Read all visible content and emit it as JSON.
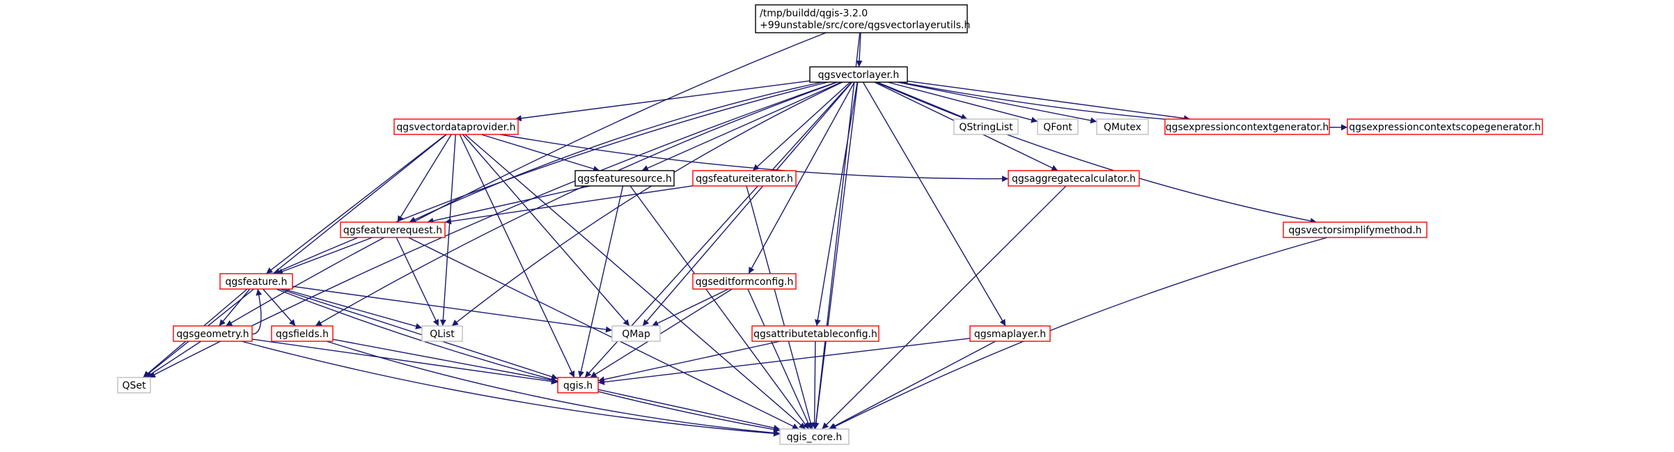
{
  "colors": {
    "edge": "#191970",
    "border_red": "#ff0000",
    "border_gray": "#bfbfbf",
    "border_black": "#000000",
    "root_fill": "#bfbfbf",
    "text": "#000000"
  },
  "nodes": [
    {
      "id": "root",
      "lines": [
        "/tmp/buildd/qgis-3.2.0",
        "+99unstable/src/core/qgsvectorlayerutils.h"
      ],
      "style": "root"
    },
    {
      "id": "qgsvectorlayer",
      "lines": [
        "qgsvectorlayer.h"
      ],
      "style": "black"
    },
    {
      "id": "qgsvectordataprovider",
      "lines": [
        "qgsvectordataprovider.h"
      ],
      "style": "red"
    },
    {
      "id": "qstringlist",
      "lines": [
        "QStringList"
      ],
      "style": "gray"
    },
    {
      "id": "qfont",
      "lines": [
        "QFont"
      ],
      "style": "gray"
    },
    {
      "id": "qmutex",
      "lines": [
        "QMutex"
      ],
      "style": "gray"
    },
    {
      "id": "qgsexpressioncontextgenerator",
      "lines": [
        "qgsexpressioncontextgenerator.h"
      ],
      "style": "red"
    },
    {
      "id": "qgsexpressioncontextscopegenerator",
      "lines": [
        "qgsexpressioncontextscopegenerator.h"
      ],
      "style": "red"
    },
    {
      "id": "qgsfeaturesource",
      "lines": [
        "qgsfeaturesource.h"
      ],
      "style": "black"
    },
    {
      "id": "qgsfeatureiterator",
      "lines": [
        "qgsfeatureiterator.h"
      ],
      "style": "red"
    },
    {
      "id": "qgsaggregatecalculator",
      "lines": [
        "qgsaggregatecalculator.h"
      ],
      "style": "red"
    },
    {
      "id": "qgsfeaturerequest",
      "lines": [
        "qgsfeaturerequest.h"
      ],
      "style": "red"
    },
    {
      "id": "qgsvectorsimplifymethod",
      "lines": [
        "qgsvectorsimplifymethod.h"
      ],
      "style": "red"
    },
    {
      "id": "qgsfeature",
      "lines": [
        "qgsfeature.h"
      ],
      "style": "red"
    },
    {
      "id": "qgseditformconfig",
      "lines": [
        "qgseditformconfig.h"
      ],
      "style": "red"
    },
    {
      "id": "qgsgeometry",
      "lines": [
        "qgsgeometry.h"
      ],
      "style": "red"
    },
    {
      "id": "qgsfields",
      "lines": [
        "qgsfields.h"
      ],
      "style": "red"
    },
    {
      "id": "qlist",
      "lines": [
        "QList"
      ],
      "style": "gray"
    },
    {
      "id": "qmap",
      "lines": [
        "QMap"
      ],
      "style": "gray"
    },
    {
      "id": "qgsattributetableconfig",
      "lines": [
        "qgsattributetableconfig.h"
      ],
      "style": "red"
    },
    {
      "id": "qgsmaplayer",
      "lines": [
        "qgsmaplayer.h"
      ],
      "style": "red"
    },
    {
      "id": "qset",
      "lines": [
        "QSet"
      ],
      "style": "gray"
    },
    {
      "id": "qgis",
      "lines": [
        "qgis.h"
      ],
      "style": "red"
    },
    {
      "id": "qgis_core",
      "lines": [
        "qgis_core.h"
      ],
      "style": "gray"
    }
  ],
  "edges": [
    [
      "root",
      "qgsvectorlayer"
    ],
    [
      "root",
      "qgsgeometry"
    ],
    [
      "root",
      "qgis_core"
    ],
    [
      "qgsvectorlayer",
      "qgsvectordataprovider"
    ],
    [
      "qgsvectorlayer",
      "qstringlist"
    ],
    [
      "qgsvectorlayer",
      "qfont"
    ],
    [
      "qgsvectorlayer",
      "qmutex"
    ],
    [
      "qgsvectorlayer",
      "qgsexpressioncontextgenerator"
    ],
    [
      "qgsvectorlayer",
      "qgsexpressioncontextscopegenerator"
    ],
    [
      "qgsvectorlayer",
      "qgsfeaturesource"
    ],
    [
      "qgsvectorlayer",
      "qgsfeatureiterator"
    ],
    [
      "qgsvectorlayer",
      "qgsaggregatecalculator"
    ],
    [
      "qgsvectorlayer",
      "qgsvectorsimplifymethod"
    ],
    [
      "qgsvectorlayer",
      "qgseditformconfig"
    ],
    [
      "qgsvectorlayer",
      "qgsattributetableconfig"
    ],
    [
      "qgsvectorlayer",
      "qgsmaplayer"
    ],
    [
      "qgsvectorlayer",
      "qgsfeaturerequest"
    ],
    [
      "qgsvectorlayer",
      "qgsfeature"
    ],
    [
      "qgsvectorlayer",
      "qgsfields"
    ],
    [
      "qgsvectorlayer",
      "qlist"
    ],
    [
      "qgsvectorlayer",
      "qmap"
    ],
    [
      "qgsvectorlayer",
      "qset"
    ],
    [
      "qgsvectorlayer",
      "qgis"
    ],
    [
      "qgsvectorlayer",
      "qgis_core"
    ],
    [
      "qgsvectordataprovider",
      "qgsfeaturesource"
    ],
    [
      "qgsvectordataprovider",
      "qgsaggregatecalculator"
    ],
    [
      "qgsvectordataprovider",
      "qgsfeaturerequest"
    ],
    [
      "qgsvectordataprovider",
      "qgsfeature"
    ],
    [
      "qgsvectordataprovider",
      "qlist"
    ],
    [
      "qgsvectordataprovider",
      "qmap"
    ],
    [
      "qgsvectordataprovider",
      "qset"
    ],
    [
      "qgsvectordataprovider",
      "qgis"
    ],
    [
      "qgsvectordataprovider",
      "qgis_core"
    ],
    [
      "qgsfeaturesource",
      "qgsfeaturerequest"
    ],
    [
      "qgsfeaturesource",
      "qgis"
    ],
    [
      "qgsfeaturesource",
      "qgis_core"
    ],
    [
      "qgsfeatureiterator",
      "qgsfeaturerequest"
    ],
    [
      "qgsfeatureiterator",
      "qgis_core"
    ],
    [
      "qgsaggregatecalculator",
      "qgis_core"
    ],
    [
      "qgsvectorsimplifymethod",
      "qgis_core"
    ],
    [
      "qgsfeaturerequest",
      "qgsfeature"
    ],
    [
      "qgsfeaturerequest",
      "qlist"
    ],
    [
      "qgsfeaturerequest",
      "qgis_core"
    ],
    [
      "qgsfeature",
      "qgsgeometry"
    ],
    [
      "qgsfeature",
      "qgsfields"
    ],
    [
      "qgsfeature",
      "qlist"
    ],
    [
      "qgsfeature",
      "qmap"
    ],
    [
      "qgsfeature",
      "qset"
    ],
    [
      "qgsfeature",
      "qgis"
    ],
    [
      "qgsfeature",
      "qgis_core"
    ],
    [
      "qgsgeometry",
      "qgsfeature"
    ],
    [
      "qgsgeometry",
      "qset"
    ],
    [
      "qgsgeometry",
      "qgis"
    ],
    [
      "qgsgeometry",
      "qgis_core"
    ],
    [
      "qgsfields",
      "qgis"
    ],
    [
      "qgsfields",
      "qgis_core"
    ],
    [
      "qgseditformconfig",
      "qmap"
    ],
    [
      "qgseditformconfig",
      "qgis"
    ],
    [
      "qgseditformconfig",
      "qgis_core"
    ],
    [
      "qgsattributetableconfig",
      "qgis"
    ],
    [
      "qgsattributetableconfig",
      "qgis_core"
    ],
    [
      "qgsmaplayer",
      "qgis"
    ],
    [
      "qgsmaplayer",
      "qgis_core"
    ],
    [
      "qgis",
      "qgis_core"
    ]
  ]
}
